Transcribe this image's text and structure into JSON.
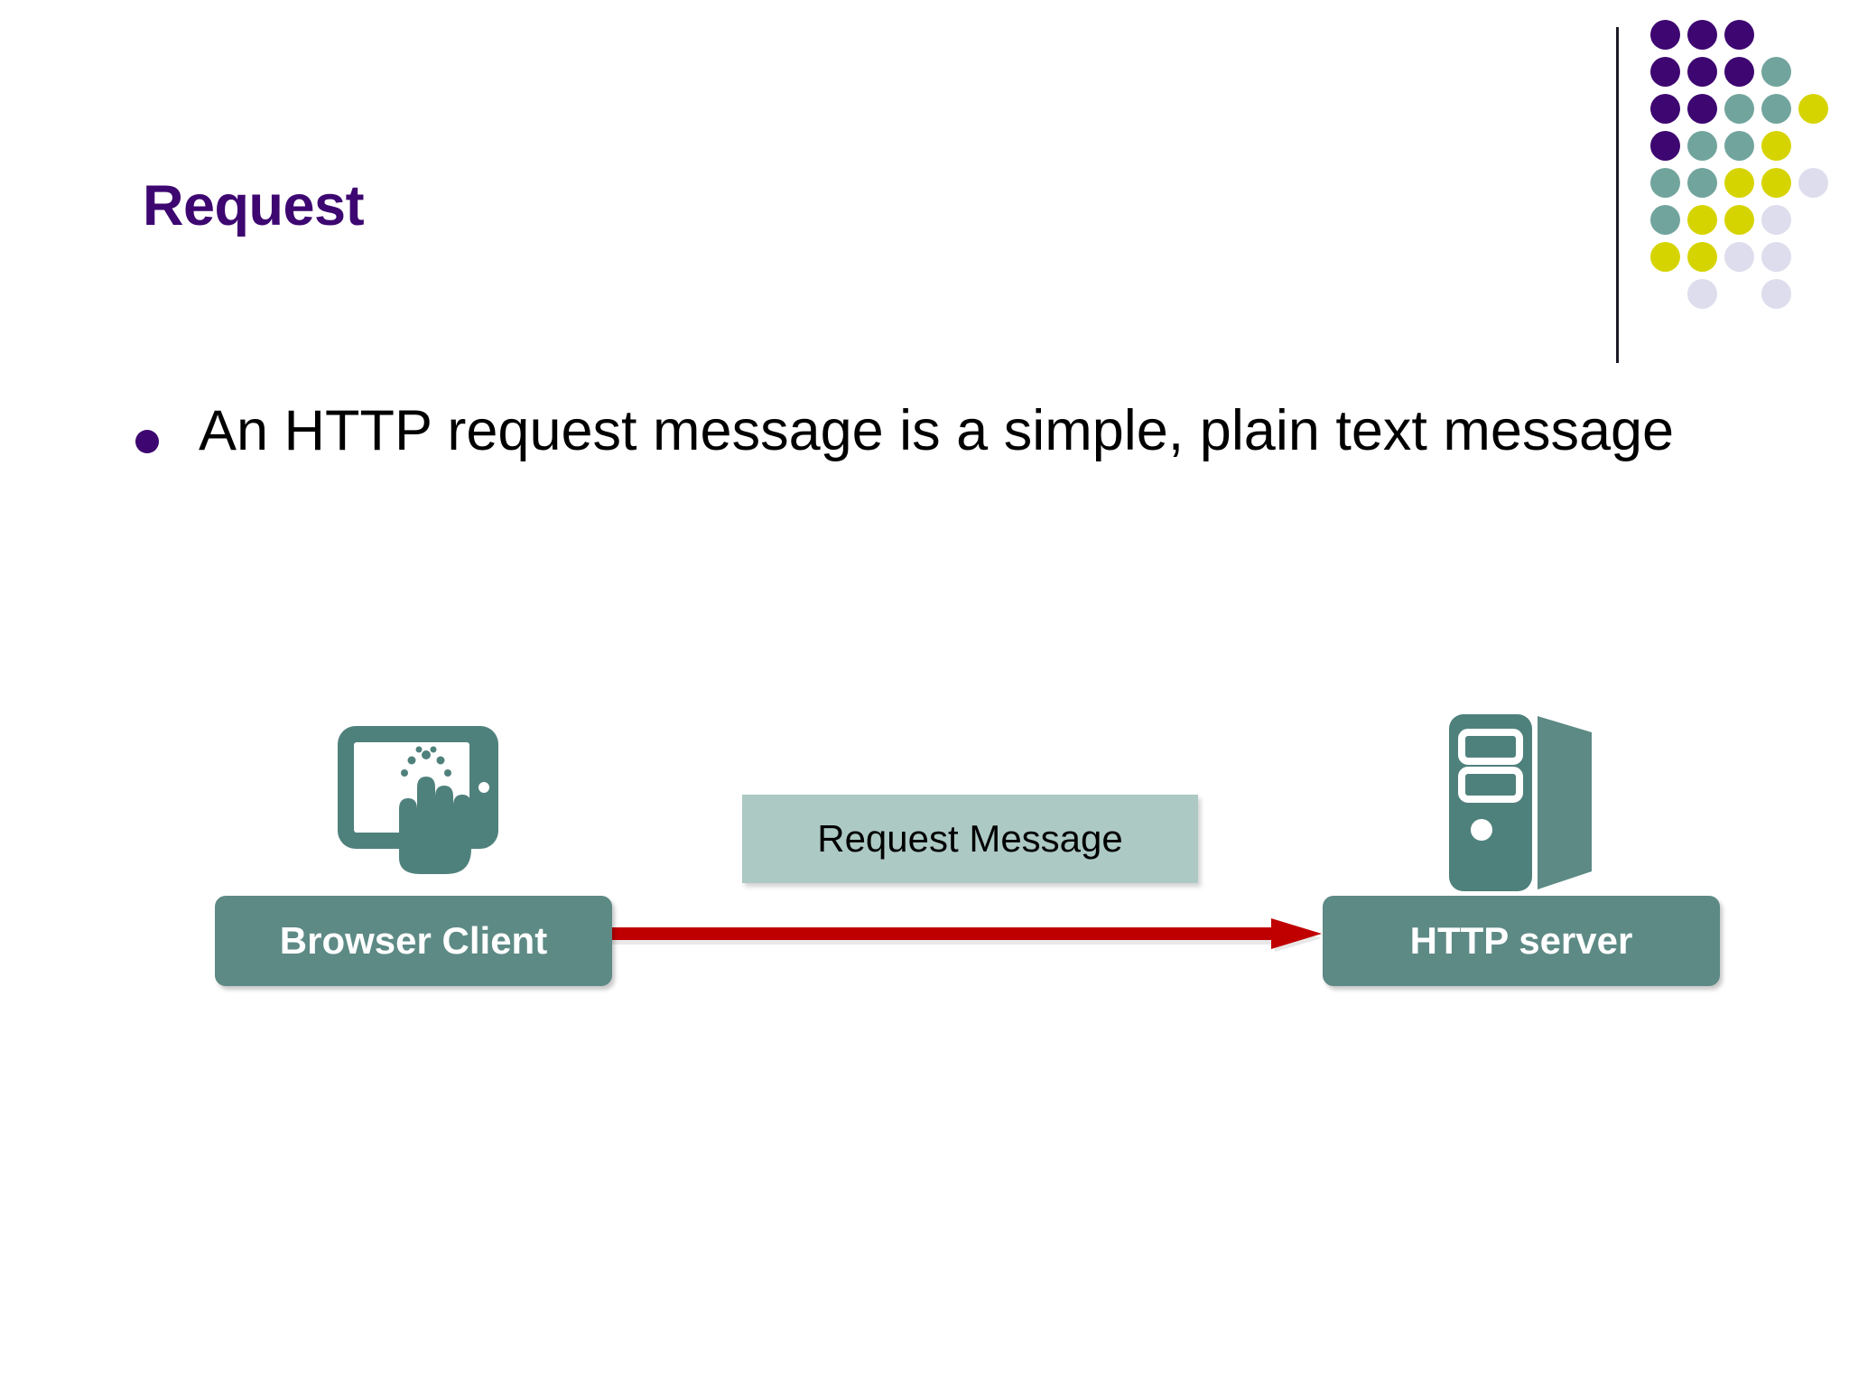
{
  "slide": {
    "title": "Request",
    "background_color": "#ffffff",
    "title_color": "#3d0670"
  },
  "logo": {
    "name": "dot-matrix-logo",
    "colors": {
      "purple": "#3d0670",
      "teal": "#71a49d",
      "yellow": "#d6d400",
      "lavender": "#dddded"
    },
    "grid": [
      [
        "purple",
        "purple",
        "purple",
        "",
        ""
      ],
      [
        "purple",
        "purple",
        "purple",
        "teal",
        ""
      ],
      [
        "purple",
        "purple",
        "teal",
        "teal",
        "yellow"
      ],
      [
        "purple",
        "teal",
        "teal",
        "yellow",
        ""
      ],
      [
        "teal",
        "teal",
        "yellow",
        "yellow",
        "lavender"
      ],
      [
        "teal",
        "yellow",
        "yellow",
        "lavender",
        ""
      ],
      [
        "yellow",
        "yellow",
        "lavender",
        "lavender",
        ""
      ],
      [
        "",
        "lavender",
        "",
        "lavender",
        ""
      ]
    ]
  },
  "body": {
    "bullets": [
      "An HTTP request message is a simple, plain text message"
    ]
  },
  "diagram": {
    "client": {
      "label": "Browser Client",
      "icon": "tablet-touch-icon",
      "box_color": "#5d8a85",
      "text_color": "#ffffff"
    },
    "server": {
      "label": "HTTP server",
      "icon": "server-tower-icon",
      "box_color": "#5d8a85",
      "text_color": "#ffffff"
    },
    "message": {
      "label": "Request Message",
      "box_color": "#adc9c4",
      "text_color": "#000000"
    },
    "arrow": {
      "name": "request-arrow",
      "direction": "client-to-server",
      "color": "#c00000"
    }
  }
}
